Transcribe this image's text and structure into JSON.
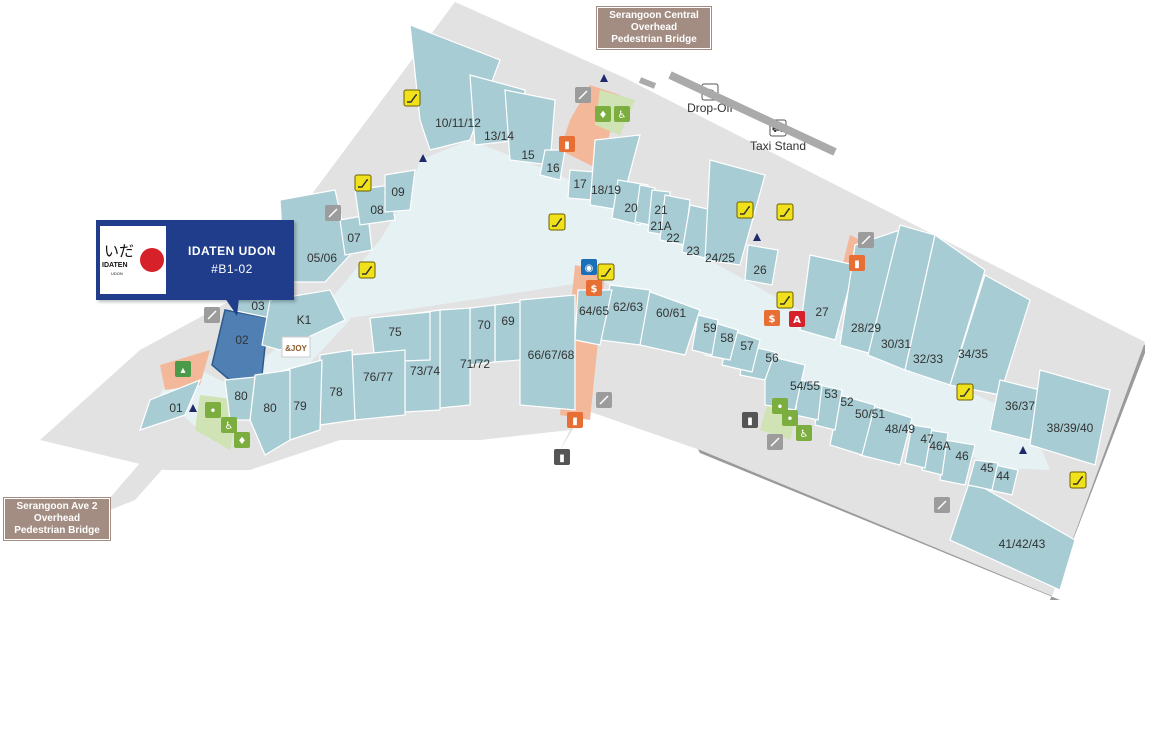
{
  "signs": {
    "north_bridge": [
      "Serangoon Central",
      "Overhead",
      "Pedestrian Bridge"
    ],
    "west_bridge": [
      "Serangoon Ave 2",
      "Overhead",
      "Pedestrian Bridge"
    ]
  },
  "labels": {
    "drop_off": "Drop-Off",
    "taxi_stand": "Taxi Stand"
  },
  "callout": {
    "logo_japanese": "いだ",
    "logo_brand": "IDATEN",
    "logo_sub": "UDON",
    "store_name": "IDATEN UDON",
    "unit_no": "#B1-02"
  },
  "tenant_logo": "&JOY",
  "units": [
    "01",
    "02",
    "03",
    "K1",
    "05/06",
    "07",
    "08",
    "09",
    "10/11/12",
    "13/14",
    "15",
    "16",
    "17",
    "18/19",
    "20",
    "21",
    "21A",
    "22",
    "23",
    "24/25",
    "26",
    "27",
    "28/29",
    "30/31",
    "32/33",
    "34/35",
    "36/37",
    "38/39/40",
    "41/42/43",
    "44",
    "45",
    "46",
    "46A",
    "47",
    "48/49",
    "50/51",
    "52",
    "53",
    "54/55",
    "56",
    "57",
    "58",
    "59",
    "60/61",
    "62/63",
    "64/65",
    "66/67/68",
    "69",
    "70",
    "71/72",
    "73/74",
    "75",
    "76/77",
    "78",
    "79",
    "80"
  ],
  "highlighted_unit": "02",
  "colors": {
    "unit": "#a7ccd4",
    "highlight": "#4f7fb3",
    "corridor": "#e6f1f4",
    "floor": "#e2e2e2",
    "service": "#f3b899",
    "callout": "#1f3d8a",
    "sign": "#a38d82",
    "escalator": "#f1e11a",
    "exit_arrow": "#1f2a6b"
  },
  "icons": [
    "escalator-icon",
    "lift-icon",
    "toilet-icon",
    "accessible-icon",
    "exit-stairs-icon",
    "baby-room-icon",
    "atm-icon",
    "money-changer-icon",
    "taxi-icon",
    "car-icon",
    "axs-icon",
    "exit-arrow-icon"
  ]
}
